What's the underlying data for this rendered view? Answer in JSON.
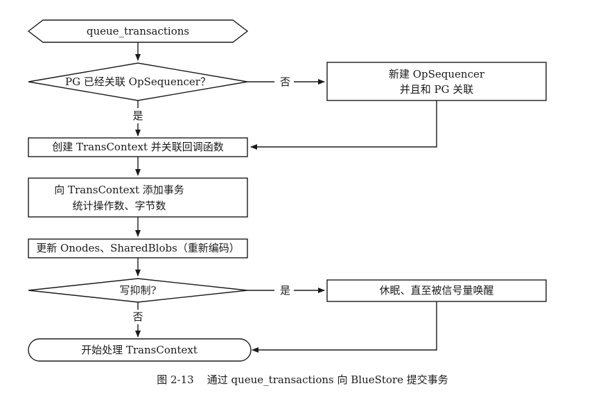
{
  "nodes": {
    "start": "queue_transactions",
    "check_opseq": "PG 已经关联 OpSequencer？",
    "new_opseq_line1": "新建 OpSequencer",
    "new_opseq_line2": "并且和 PG 关联",
    "create_ctx": "创建 TransContext 并关联回调函数",
    "add_txn_line1": "向 TransContext 添加事务",
    "add_txn_line2": "统计操作数、字节数",
    "update_onodes": "更新 Onodes、SharedBlobs（重新编码）",
    "check_throttle": "写抑制?",
    "sleep": "休眠、直至被信号量唤醒",
    "end": "开始处理 TransContext"
  },
  "edges": {
    "opseq_no": "否",
    "opseq_yes": "是",
    "throttle_yes": "是",
    "throttle_no": "否"
  },
  "caption": {
    "figure_number": "图 2-13",
    "text": "通过 queue_transactions 向 BlueStore 提交事务"
  }
}
